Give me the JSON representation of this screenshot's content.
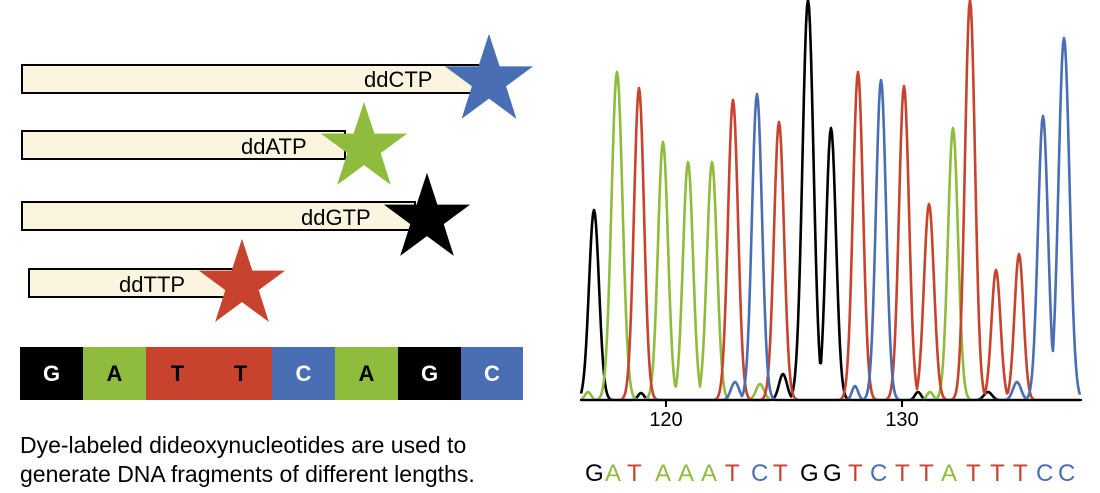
{
  "colors": {
    "C": "#4a6eb4",
    "A": "#8fbc3c",
    "G": "#000000",
    "T": "#c8432d",
    "bar_fill": "#fbf4df"
  },
  "fragments": [
    {
      "label": "ddCTP",
      "base": "C",
      "star_color": "#4a6eb4"
    },
    {
      "label": "ddATP",
      "base": "A",
      "star_color": "#8fbc3c"
    },
    {
      "label": "ddGTP",
      "base": "G",
      "star_color": "#000000"
    },
    {
      "label": "ddTTP",
      "base": "T",
      "star_color": "#c8432d"
    }
  ],
  "strip": {
    "bases": [
      "G",
      "A",
      "T",
      "T",
      "C",
      "A",
      "G",
      "C"
    ],
    "cell_colors": [
      "#000000",
      "#8fbc3c",
      "#c8432d",
      "#c8432d",
      "#4a6eb4",
      "#8fbc3c",
      "#000000",
      "#4a6eb4"
    ]
  },
  "caption": {
    "line1": "Dye-labeled dideoxynucleotides are used to",
    "line2": "generate DNA fragments of different lengths."
  },
  "chromatogram": {
    "tick_labels": [
      "120",
      "130"
    ]
  },
  "sequence": {
    "bases": [
      "G",
      "A",
      "T",
      "A",
      "A",
      "A",
      "T",
      "C",
      "T",
      "G",
      "G",
      "T",
      "C",
      "T",
      "T",
      "A",
      "T",
      "T",
      "T",
      "C",
      "C"
    ]
  }
}
